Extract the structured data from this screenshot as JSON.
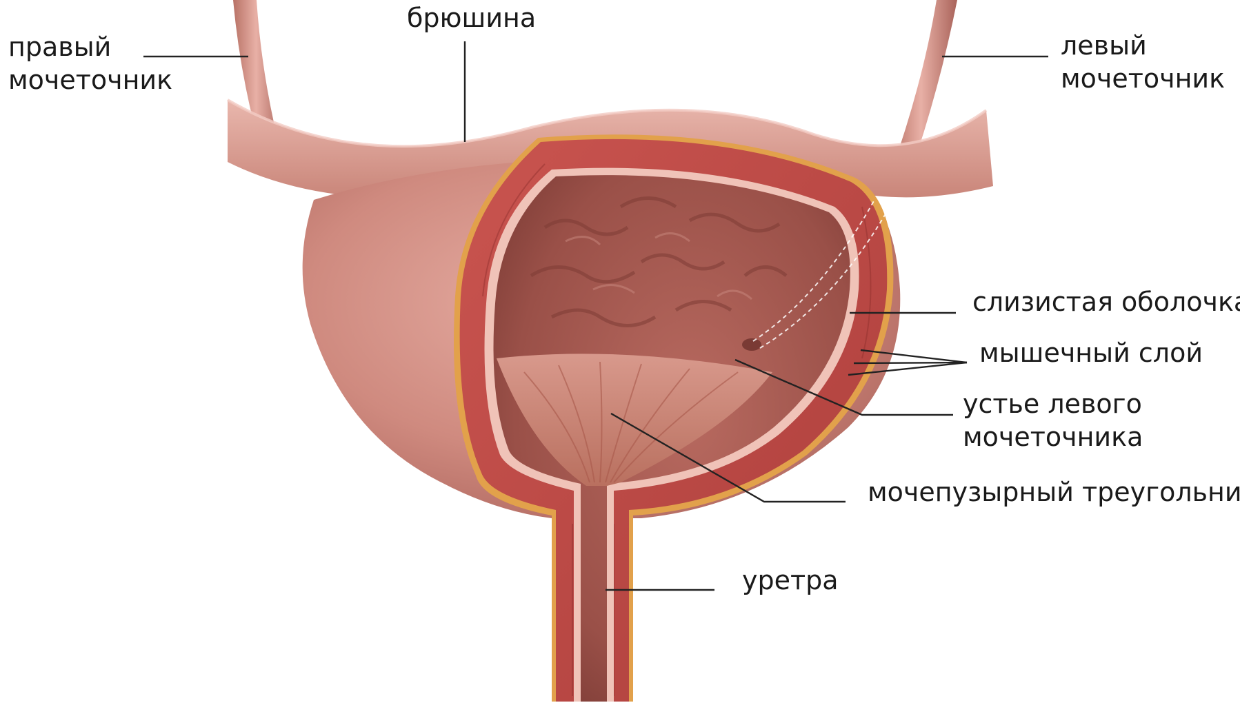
{
  "labels": {
    "right_ureter": [
      "правый",
      "мочеточник"
    ],
    "peritoneum": "брюшина",
    "left_ureter": [
      "левый",
      "мочеточник"
    ],
    "mucosa": "слизистая оболочка",
    "muscle_layer": "мышечный слой",
    "left_ureter_orifice": [
      "устье левого",
      "мочеточника"
    ],
    "trigone": "мочепузырный треугольник",
    "urethra": "уретра"
  },
  "colors": {
    "bladder_outer": "#cf8b80",
    "peritoneum": "#dca398",
    "muscle": "#c2504c",
    "mucosa_inner": "#a25a52",
    "serosa": "#e2a14b",
    "trigone": "#c77d6f"
  }
}
